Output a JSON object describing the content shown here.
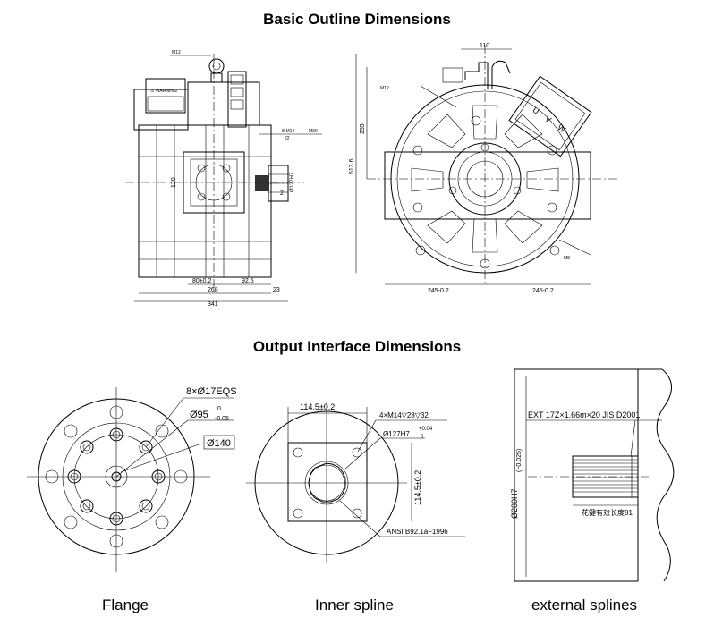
{
  "headings": {
    "outline": "Basic Outline Dimensions",
    "interface": "Output Interface Dimensions"
  },
  "outline_side": {
    "top_label": "M12",
    "right_labels": [
      "8-M14",
      "M30",
      "22"
    ],
    "dims": [
      "80±0.2",
      "92.5",
      "268",
      "23",
      "341",
      "120",
      "Ø127H7",
      "2"
    ]
  },
  "outline_front": {
    "dims": [
      "110",
      "255",
      "513.6",
      "245-0.2",
      "245-0.2"
    ],
    "labels": [
      "M12",
      "M8",
      "U",
      "V",
      "W"
    ]
  },
  "flange": {
    "holes_label": "8×Ø17EQS",
    "pcd_label": "Ø95",
    "pcd_tol_upper": "0",
    "pcd_tol_lower": "-0.05",
    "center_label": "Ø140",
    "caption": "Flange"
  },
  "inner_spline": {
    "dim_top": "114.5±0.2",
    "dim_right": "114.5±0.2",
    "thread_label": "4×M14▽28▽32",
    "bore_label": "Ø127H7",
    "bore_tol_upper": "+0.04",
    "bore_tol_lower": "0",
    "standard_label": "ANSI B92.1a−1996",
    "caption": "Inner spline"
  },
  "external_splines": {
    "spec_label": "EXT 17Z×1.66m×20 JIS D2001",
    "dia_label": "Ø280H7",
    "dia_tol": "(−0.025)",
    "length_label": "花键有效长度81",
    "caption": "external splines"
  }
}
